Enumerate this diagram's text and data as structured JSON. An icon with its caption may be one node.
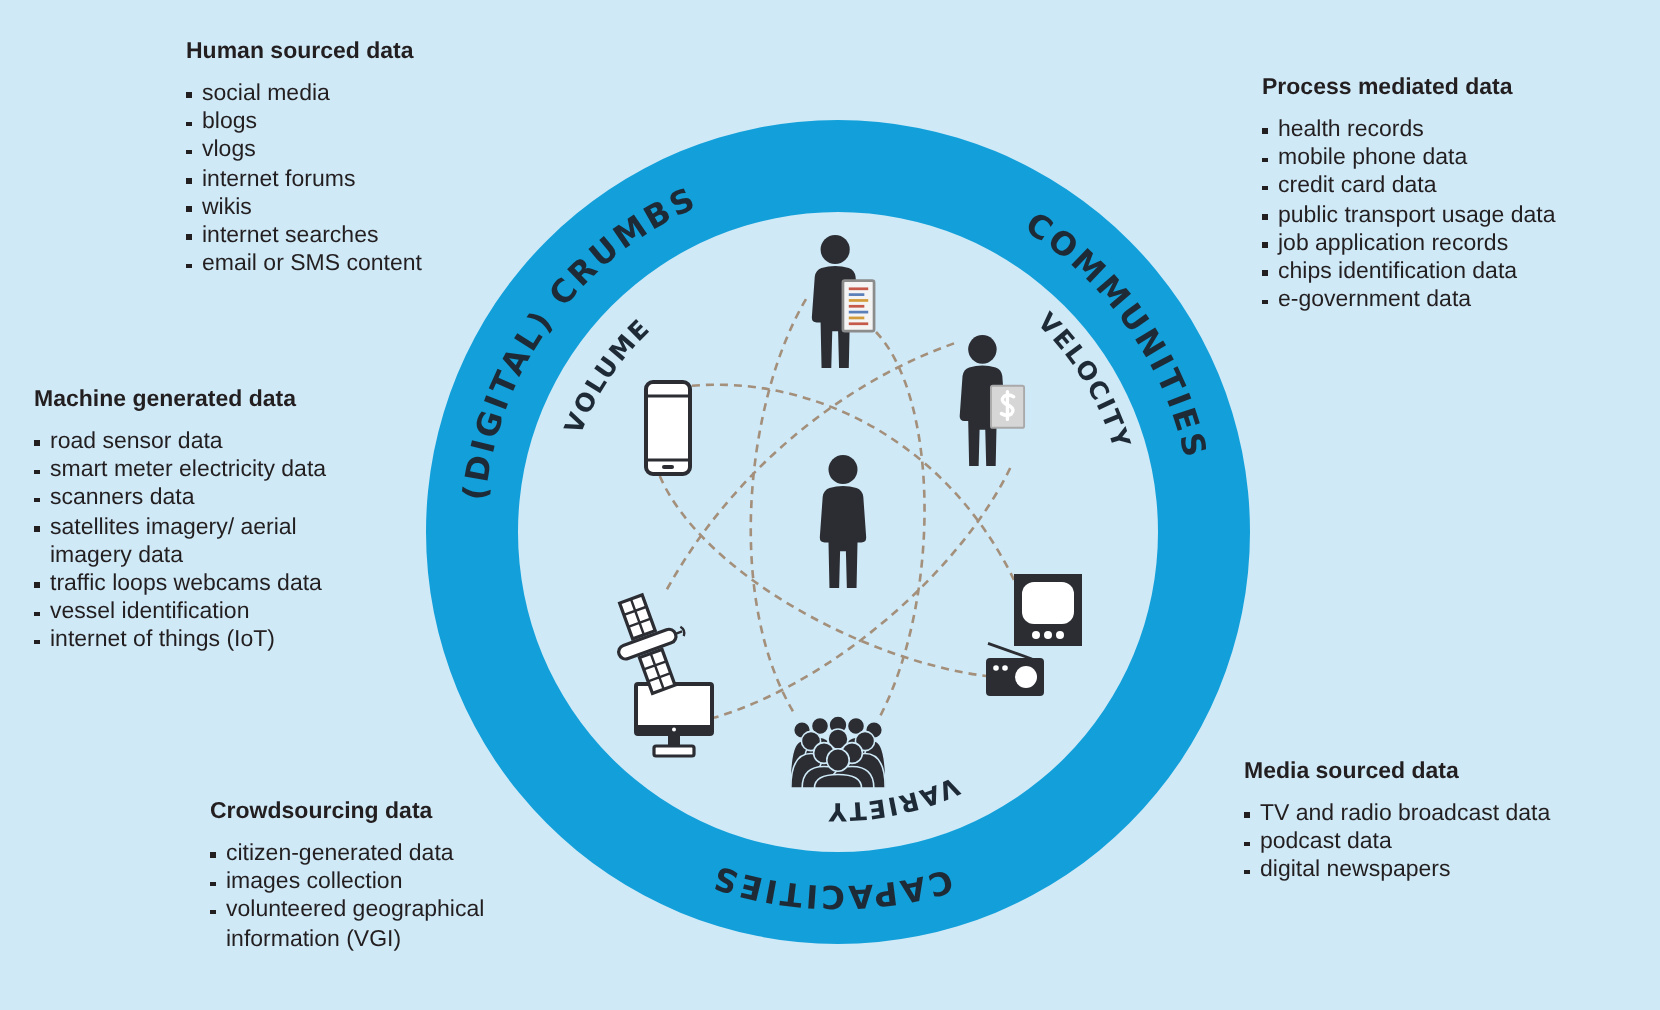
{
  "diagram": {
    "nodes": [
      {
        "text": [
          "(DIGITAL) CRUMBS",
          "COMMUNITIES",
          "CAPACITIES"
        ]
      },
      {
        "text": [],
        "shape": "person",
        "in": 0
      },
      {
        "text": [],
        "shape": "picture",
        "in": 0
      },
      {
        "text": [],
        "shape": "person",
        "in": 0
      },
      {
        "text": [],
        "shape": "person",
        "in": 0
      },
      {
        "text": [],
        "shape": "picture",
        "in": 0
      },
      {
        "text": [],
        "shape": "picture",
        "in": 0
      },
      {
        "text": [],
        "shape": "picture",
        "in": 0
      },
      {
        "text": [],
        "shape": "picture",
        "in": 0
      },
      {
        "text": [],
        "shape": "picture",
        "in": 0
      }
    ],
    "edges": [
      {
        "from": 2,
        "to": 5,
        "arrow": "none",
        "style": "dashed"
      },
      {
        "from": 2,
        "to": 7,
        "arrow": "none",
        "style": "dashed"
      },
      {
        "from": 1,
        "to": 9,
        "arrow": "none",
        "style": "dashed"
      },
      {
        "from": 1,
        "to": 9,
        "arrow": "none",
        "style": "dashed"
      },
      {
        "from": 3,
        "to": 6,
        "arrow": "none",
        "style": "dashed"
      },
      {
        "from": 3,
        "to": 8,
        "arrow": "none",
        "style": "dashed"
      }
    ],
    "labels": [
      "Human sourced data",
      "social media",
      "blogs",
      "vlogs",
      "internet forums",
      "wikis",
      "internet searches",
      "email or SMS content",
      "Process mediated data",
      "health records",
      "mobile phone data",
      "credit card data",
      "public transport usage data",
      "job application records",
      "chips identification data",
      "e-government data",
      "Machine generated data",
      "road sensor data",
      "smart meter electricity data",
      "scanners data",
      "satellites imagery/ aerial imagery data",
      "traffic loops webcams data",
      "vessel identification",
      "internet of things (IoT)",
      "VOLUME",
      "VELOCITY",
      "VARIETY",
      "Media sourced data",
      "TV and radio broadcast data",
      "podcast data",
      "digital newspapers",
      "Crowdsourcing data",
      "citizen-generated data",
      "images collection",
      "volunteered geographical information (VGI)"
    ]
  }
}
